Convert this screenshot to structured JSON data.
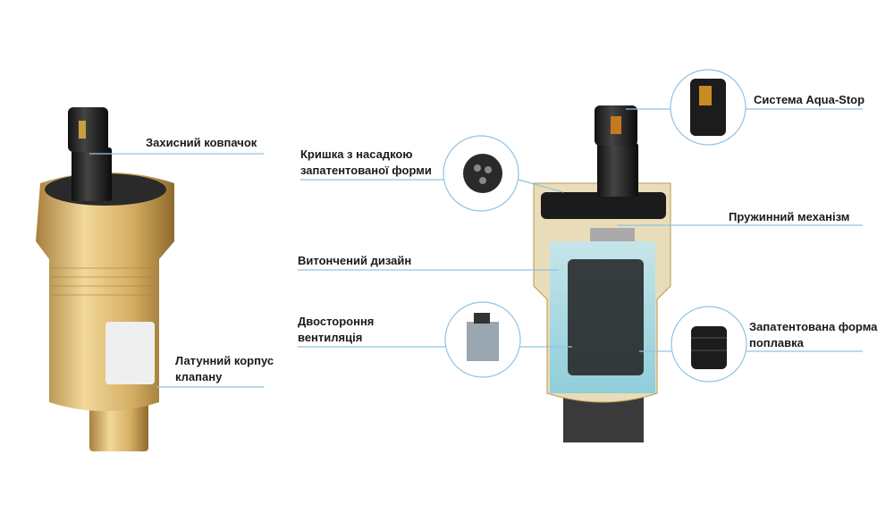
{
  "labels": {
    "protective_cap": "Захисний ковпачок",
    "brass_body_line1": "Латунний корпус",
    "brass_body_line2": "клапану",
    "lid_line1": "Кришка з насадкою",
    "lid_line2": "запатентованої форми",
    "refined_design": "Витончений дизайн",
    "two_way_line1": "Двостороння",
    "two_way_line2": "вентиляція",
    "aqua_stop": "Система Aqua-Stop",
    "spring": "Пружинний механізм",
    "float_line1": "Запатентована форма",
    "float_line2": "поплавка"
  },
  "colors": {
    "leader_line": "#8fc3e3",
    "brass": "#d9b46a",
    "cap": "#1c1c1c"
  }
}
